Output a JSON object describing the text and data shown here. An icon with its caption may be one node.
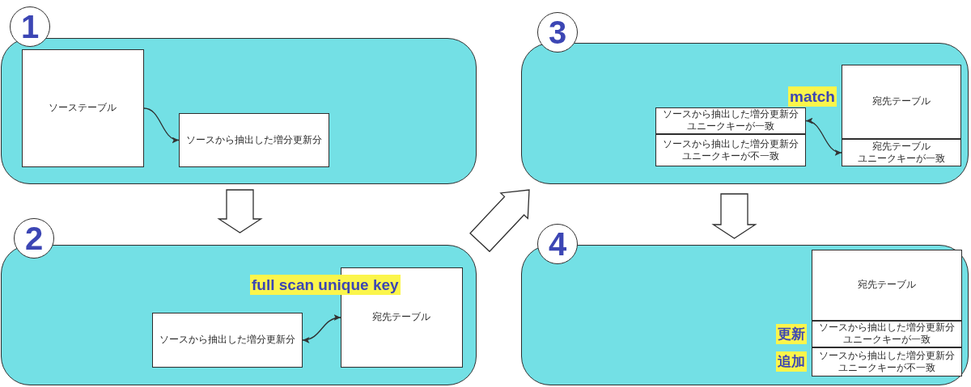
{
  "diagram": {
    "nodes": [
      {
        "text": [
          "1"
        ]
      },
      {
        "text": [],
        "shape": "box"
      },
      {
        "text": [
          "ソーステーブル"
        ],
        "in": 1
      },
      {
        "text": [
          "ソースから抽出した増分更新分"
        ],
        "in": 1
      },
      {
        "text": [
          "2"
        ]
      },
      {
        "text": [],
        "shape": "box"
      },
      {
        "text": [
          "ソースから抽出した増分更新分"
        ],
        "in": 5
      },
      {
        "text": [
          "宛先テーブル"
        ],
        "in": 5
      },
      {
        "text": [
          "3"
        ]
      },
      {
        "text": [],
        "shape": "box"
      },
      {
        "text": [
          "宛先テーブル"
        ],
        "in": 9
      },
      {
        "text": [
          "ソースから抽出した増分更新分",
          "ユニークキーが一致"
        ],
        "in": 9
      },
      {
        "text": [
          "ソースから抽出した増分更新分",
          "ユニークキーが不一致"
        ],
        "in": 9
      },
      {
        "text": [
          "宛先テーブル",
          "ユニークキーが一致"
        ],
        "in": 9
      },
      {
        "text": [
          "4"
        ]
      },
      {
        "text": [],
        "shape": "box"
      },
      {
        "text": [
          "宛先テーブル"
        ],
        "in": 15
      },
      {
        "text": [
          "ソースから抽出した増分更新分",
          "ユニークキーが一致"
        ],
        "in": 15,
        "beside": [
          "更新"
        ]
      },
      {
        "text": [
          "ソースから抽出した増分更新分",
          "ユニークキーが不一致"
        ],
        "in": 15,
        "beside": [
          "追加"
        ]
      }
    ],
    "edges": [
      {
        "from": 1,
        "to": 5,
        "arrow": "to",
        "style": "thick"
      },
      {
        "from": 2,
        "to": 3,
        "arrow": "to"
      },
      {
        "from": 6,
        "to": 7,
        "arrow": "both"
      },
      {
        "from": 5,
        "to": 9,
        "arrow": "to",
        "style": "thick"
      },
      {
        "from": 11,
        "to": 13,
        "arrow": "both"
      },
      {
        "from": 9,
        "to": 15,
        "arrow": "to",
        "style": "thick"
      }
    ],
    "labels": [
      "full scan unique key",
      "match"
    ]
  }
}
